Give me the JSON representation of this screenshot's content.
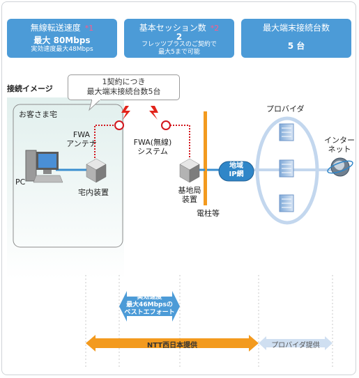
{
  "specs": [
    {
      "title": "無線転送速度",
      "note": "*1",
      "value": "最大 80Mbps",
      "sub": "実効速度最大48Mbps"
    },
    {
      "title": "基本セッション数",
      "note": "*2",
      "value": "2",
      "sub": "フレッツプラスのご契約で\n最大5まで可能"
    },
    {
      "title": "最大端末接続台数",
      "note": "",
      "value": "5 台",
      "sub": ""
    }
  ],
  "section_title": "接続イメージ",
  "callout": "1契約につき\n最大端末接続台数5台",
  "labels": {
    "home": "お客さま宅",
    "fwa_antenna": "FWA\nアンテナ",
    "pc": "PC",
    "indoor_unit": "宅内装置",
    "fwa_system": "FWA(無線)\nシステム",
    "base_station": "基地局\n装置",
    "pole": "電柱等",
    "regional_ip": "地域\nIP網",
    "provider": "プロバイダ",
    "internet": "インター\nネット"
  },
  "speed_badge": "実効速度\n最大46Mbpsの\nベストエフォート",
  "bar_ntt": "NTT西日本提供",
  "bar_provider": "プロバイダ提供",
  "colors": {
    "spec_blue": "#4c9bd7",
    "orange": "#f39a1e",
    "home_green": "#c9e3df",
    "link_blue": "#3a8fd0",
    "red_dotted": "#d2151c",
    "provider_ring": "#c3d7ee"
  }
}
